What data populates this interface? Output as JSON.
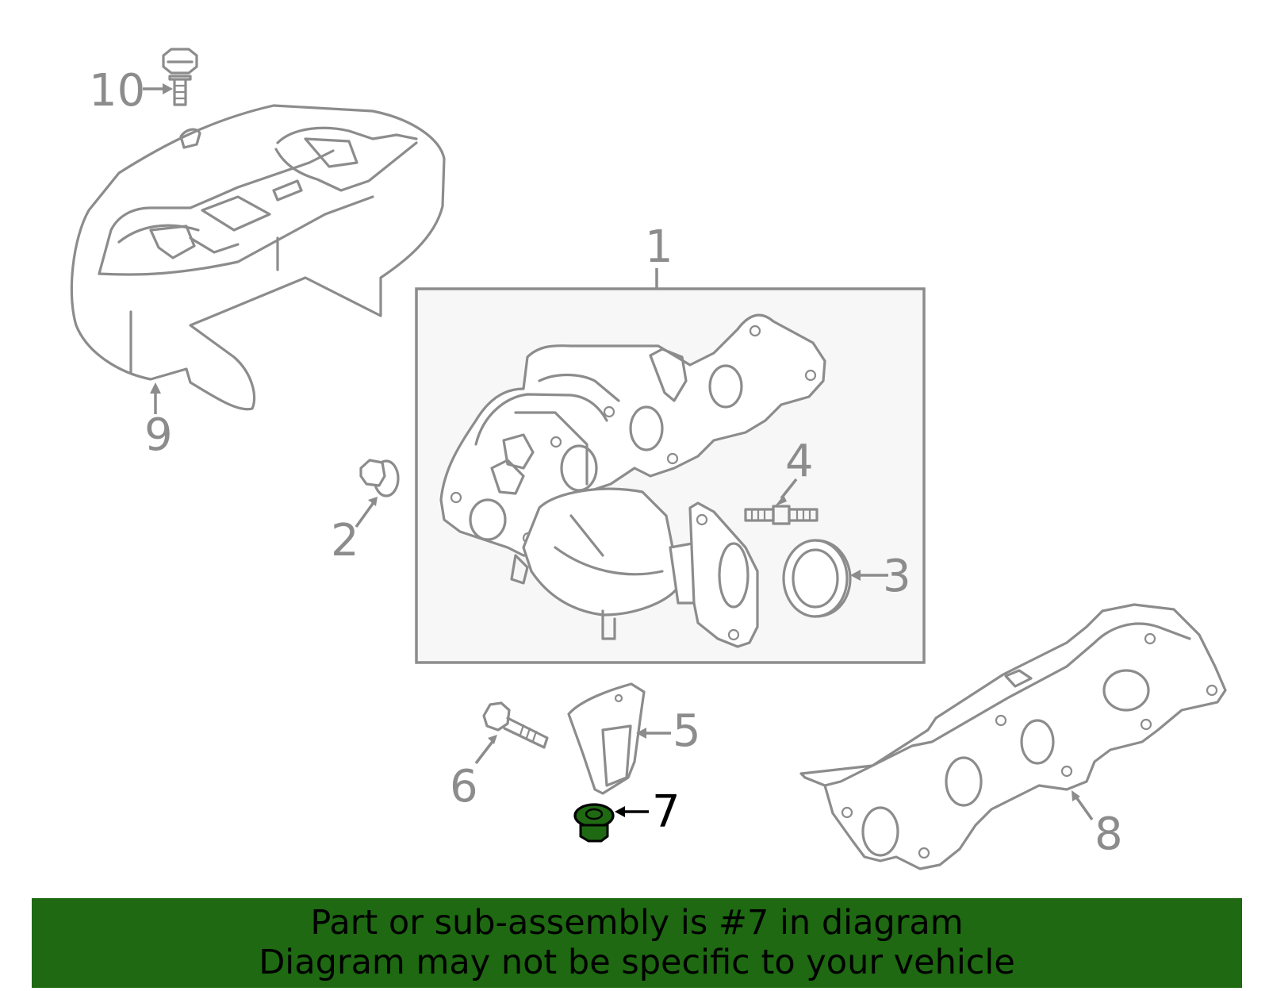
{
  "diagram": {
    "callouts": {
      "c1": "1",
      "c2": "2",
      "c3": "3",
      "c4": "4",
      "c5": "5",
      "c6": "6",
      "c7": "7",
      "c8": "8",
      "c9": "9",
      "c10": "10"
    },
    "highlighted_part": "7",
    "colors": {
      "line": "#8c8c8c",
      "box_fill": "#f7f7f7",
      "highlight_fill": "#1e6912",
      "highlight_text": "#000000"
    }
  },
  "banner": {
    "line1": "Part or sub-assembly is #7 in diagram",
    "line2": "Diagram may not be specific to your vehicle",
    "background": "#1e6912"
  }
}
